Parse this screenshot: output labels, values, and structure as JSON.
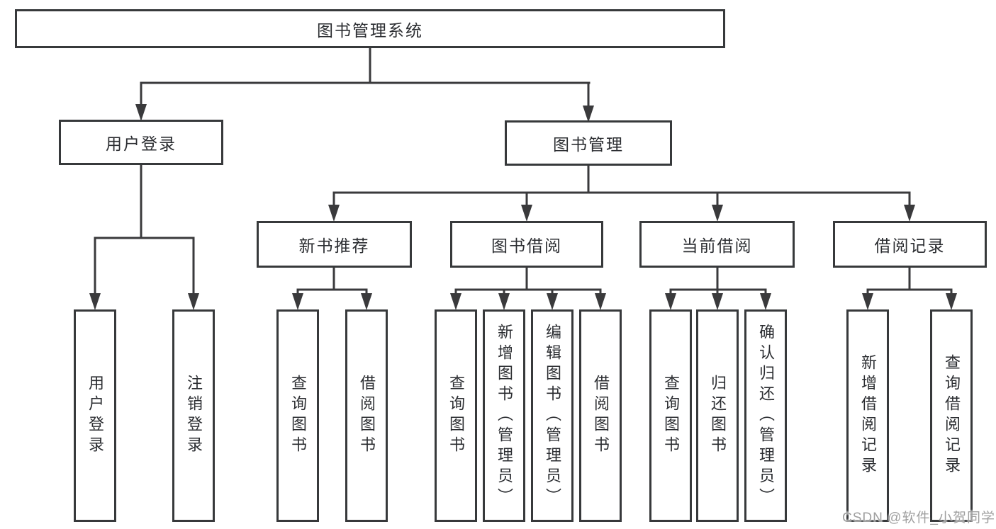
{
  "colors": {
    "line": "#3a3a3c",
    "border": "#37393b",
    "text": "#2b2d31",
    "background": "#ffffff",
    "watermark_color": "#9f9f9f"
  },
  "watermark": "CSDN @软件_小贺同学",
  "diagram": {
    "root": {
      "label": "图书管理系统"
    },
    "level1": [
      {
        "label": "用户登录"
      },
      {
        "label": "图书管理"
      }
    ],
    "level2": [
      {
        "label": "新书推荐",
        "parent": "图书管理"
      },
      {
        "label": "图书借阅",
        "parent": "图书管理"
      },
      {
        "label": "当前借阅",
        "parent": "图书管理"
      },
      {
        "label": "借阅记录",
        "parent": "图书管理"
      }
    ],
    "leaves": [
      {
        "label": "用户登录",
        "parent": "用户登录"
      },
      {
        "label": "注销登录",
        "parent": "用户登录"
      },
      {
        "label": "查询图书",
        "parent": "新书推荐"
      },
      {
        "label": "借阅图书",
        "parent": "新书推荐"
      },
      {
        "label": "查询图书",
        "parent": "图书借阅"
      },
      {
        "label": "新增图书（管理员）",
        "parent": "图书借阅"
      },
      {
        "label": "编辑图书（管理员）",
        "parent": "图书借阅"
      },
      {
        "label": "借阅图书",
        "parent": "图书借阅"
      },
      {
        "label": "查询图书",
        "parent": "当前借阅"
      },
      {
        "label": "归还图书",
        "parent": "当前借阅"
      },
      {
        "label": "确认归还（管理员）",
        "parent": "当前借阅"
      },
      {
        "label": "新增借阅记录",
        "parent": "借阅记录"
      },
      {
        "label": "查询借阅记录",
        "parent": "借阅记录"
      }
    ]
  }
}
